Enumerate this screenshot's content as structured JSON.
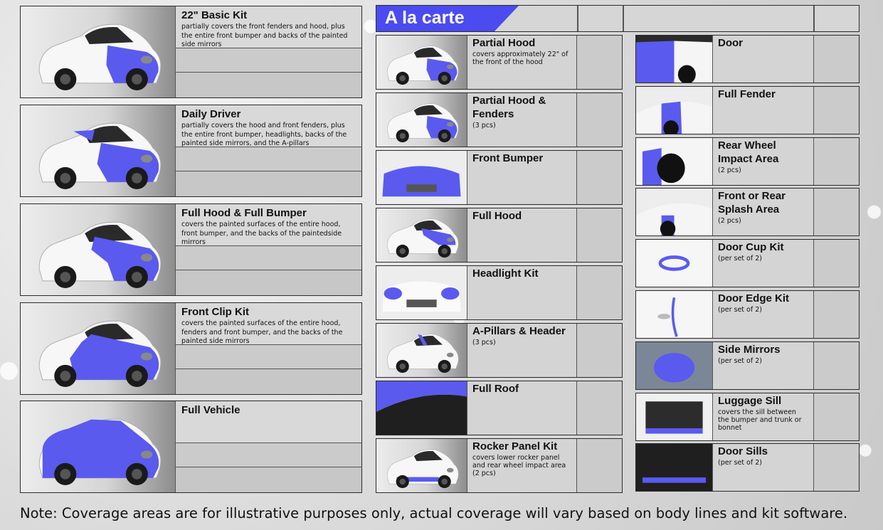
{
  "colors": {
    "accent": "#4b4bf0",
    "film": "#5a5aef",
    "car": "#f7f7f7"
  },
  "packages": [
    {
      "title": "22\" Basic Kit",
      "description": "partially covers the front fenders and hood, plus the entire front bumper and backs of the painted side mirrors"
    },
    {
      "title": "Daily Driver",
      "description": "partially covers the hood and front fenders, plus the entire front bumper, headlights, backs of the painted side mirrors, and the A-pillars"
    },
    {
      "title": "Full Hood & Full Bumper",
      "description": "covers the painted surfaces of the entire hood, front  bumper, and the backs of the paintedside mirrors"
    },
    {
      "title": "Front Clip Kit",
      "description": "covers the painted surfaces of the entire hood, fenders and front bumper, and the backs of the painted side mirrors"
    },
    {
      "title": "Full Vehicle",
      "description": ""
    }
  ],
  "a_la_carte": {
    "heading": "A la carte",
    "middle": [
      {
        "title": "Partial Hood",
        "description": "covers approximately 22\" of the front of the hood"
      },
      {
        "title": "Partial Hood & Fenders",
        "description": "(3 pcs)"
      },
      {
        "title": "Front Bumper",
        "description": ""
      },
      {
        "title": "Full Hood",
        "description": ""
      },
      {
        "title": "Headlight Kit",
        "description": ""
      },
      {
        "title": "A-Pillars & Header",
        "description": "(3 pcs)"
      },
      {
        "title": "Full Roof",
        "description": ""
      },
      {
        "title": "Rocker Panel Kit",
        "description": "covers lower rocker panel and rear wheel impact area (2 pcs)"
      }
    ],
    "right": [
      {
        "title": "Door",
        "description": ""
      },
      {
        "title": "Full Fender",
        "description": ""
      },
      {
        "title": "Rear Wheel Impact Area",
        "description": "(2 pcs)"
      },
      {
        "title": "Front or Rear Splash Area",
        "description": "(2 pcs)"
      },
      {
        "title": "Door Cup Kit",
        "description": "(per set of 2)"
      },
      {
        "title": "Door Edge Kit",
        "description": "(per set of 2)"
      },
      {
        "title": "Side Mirrors",
        "description": "(per set of 2)"
      },
      {
        "title": "Luggage Sill",
        "description": "covers the sill between the bumper and trunk or bonnet"
      },
      {
        "title": "Door Sills",
        "description": "(per set of 2)"
      }
    ]
  },
  "note": "Note: Coverage areas are for illustrative purposes only, actual coverage will vary based on body lines and kit software."
}
